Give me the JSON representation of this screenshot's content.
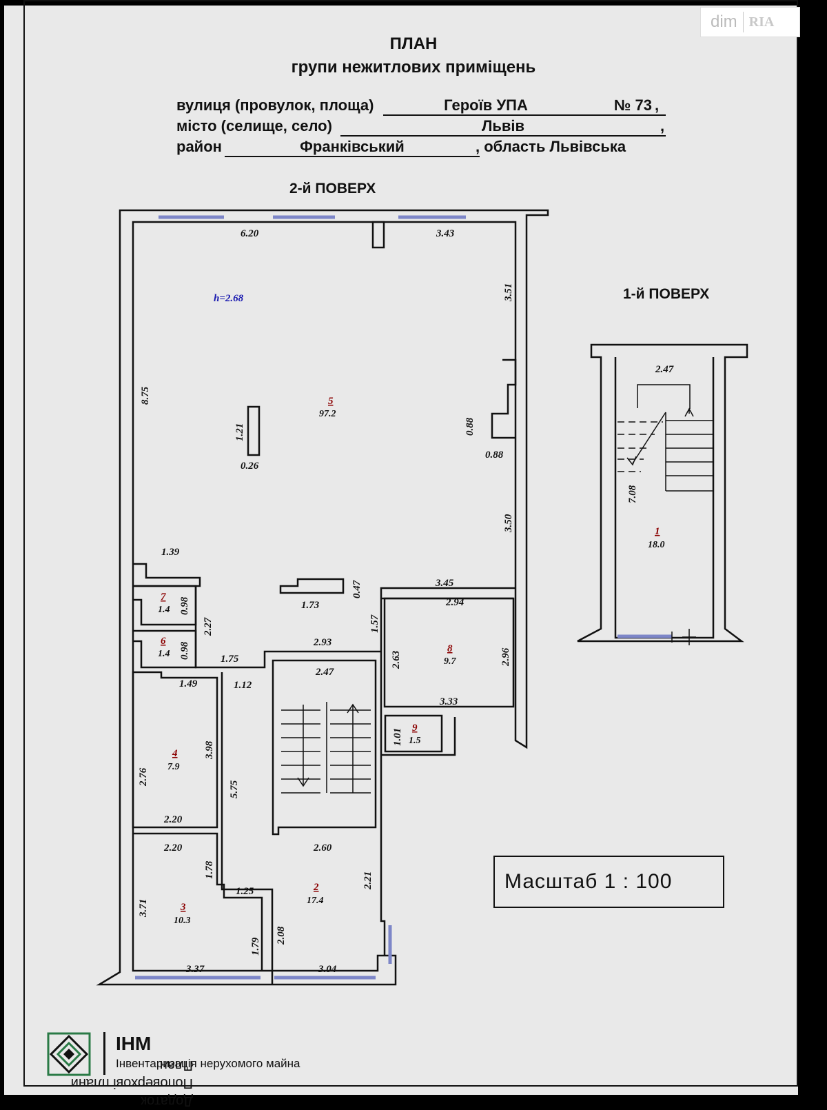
{
  "header": {
    "title": "ПЛАН",
    "subtitle": "групи нежитлових приміщень"
  },
  "address": {
    "street_label": "вулиця (провулок, площа)",
    "street_value": "Героїв УПА",
    "number_label": "№ 73",
    "city_label": "місто (селище, село)",
    "city_value": "Львів",
    "district_label": "район",
    "district_value": "Франківський",
    "region_label": ", область Львівська",
    "comma": ","
  },
  "floors": {
    "second": "2-й ПОВЕРХ",
    "first": "1-й ПОВЕРХ"
  },
  "ceiling_height": "h=2.68",
  "rooms": [
    {
      "number": "1",
      "area": "18.0"
    },
    {
      "number": "2",
      "area": "17.4"
    },
    {
      "number": "3",
      "area": "10.3"
    },
    {
      "number": "4",
      "area": "7.9"
    },
    {
      "number": "5",
      "area": "97.2"
    },
    {
      "number": "6",
      "area": "1.4"
    },
    {
      "number": "7",
      "area": "1.4"
    },
    {
      "number": "8",
      "area": "9.7"
    },
    {
      "number": "9",
      "area": "1.5"
    }
  ],
  "dimensions": {
    "d620": "6.20",
    "d343": "3.43",
    "d351": "3.51",
    "d875": "8.75",
    "d121": "1.21",
    "d026": "0.26",
    "d088a": "0.88",
    "d088b": "0.88",
    "d350": "3.50",
    "d139": "1.39",
    "d345": "3.45",
    "d047": "0.47",
    "d173": "1.73",
    "d157": "1.57",
    "d294": "2.94",
    "d263": "2.63",
    "d296": "2.96",
    "d333": "3.33",
    "d101": "1.01",
    "d098a": "0.98",
    "d098b": "0.98",
    "d227": "2.27",
    "d293": "2.93",
    "d175": "1.75",
    "d112": "1.12",
    "d247a": "2.47",
    "d149": "1.49",
    "d398": "3.98",
    "d276": "2.76",
    "d575": "5.75",
    "d220a": "2.20",
    "d260": "2.60",
    "d220b": "2.20",
    "d178": "1.78",
    "d125": "1.25",
    "d221": "2.21",
    "d371": "3.71",
    "d179": "1.79",
    "d208": "2.08",
    "d337": "3.37",
    "d304": "3.04",
    "d247b": "2.47",
    "d708": "7.08"
  },
  "scale": {
    "label": "Масштаб  1 : 100"
  },
  "watermark": {
    "dim": "dim",
    "ria": "RIA"
  },
  "logo": {
    "abbr": "ІНМ",
    "name": "Інвентаризація нерухомого майна",
    "mirror_line1": "Додаток",
    "mirror_line2": "Поповерхові плани",
    "mirror_line3": "План"
  },
  "colors": {
    "wall": "#111111",
    "window": "#7d86c8",
    "room_number": "#8b0000",
    "height": "#1a1ab0"
  }
}
